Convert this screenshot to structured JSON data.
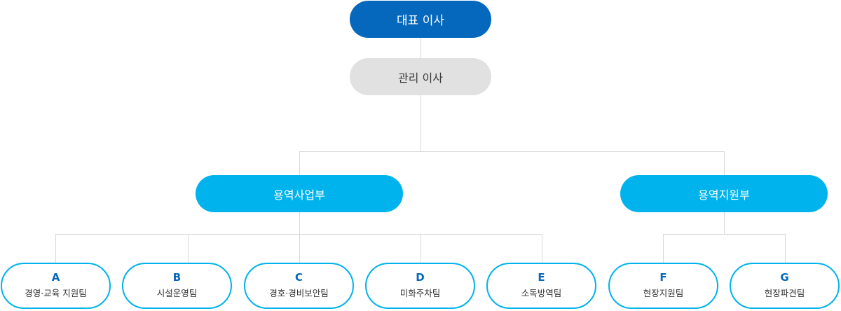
{
  "org": {
    "ceo": "대표 이사",
    "manager": "관리 이사",
    "departments": [
      {
        "name": "용역사업부"
      },
      {
        "name": "용역지원부"
      }
    ],
    "teams": [
      {
        "code": "A",
        "name": "경영·교육 지원팀"
      },
      {
        "code": "B",
        "name": "시설운영팀"
      },
      {
        "code": "C",
        "name": "경호·경비보안팀"
      },
      {
        "code": "D",
        "name": "미화주차팀"
      },
      {
        "code": "E",
        "name": "소독방역팀"
      },
      {
        "code": "F",
        "name": "현장지원팀"
      },
      {
        "code": "G",
        "name": "현장파견팀"
      }
    ]
  },
  "colors": {
    "ceo": "#0668bc",
    "manager": "#e1e1e1",
    "department": "#00b3ec",
    "team_border": "#00b3ec",
    "team_code": "#0668bc",
    "connector": "#d8d8d8"
  }
}
